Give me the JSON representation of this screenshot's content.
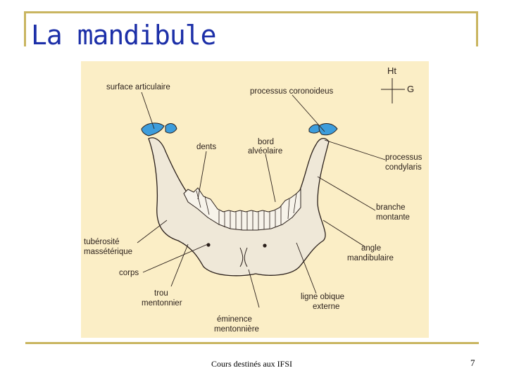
{
  "slide": {
    "title": "La mandibule",
    "footer": "Cours destinés aux IFSI",
    "page_number": "7"
  },
  "figure": {
    "orientation": {
      "up": "Ht",
      "left": "G"
    },
    "labels": {
      "surface_articulaire": "surface articulaire",
      "processus_coronoideus": "processus coronoideus",
      "dents": "dents",
      "bord": "bord",
      "alveolaire": "alvéolaire",
      "processus": "processus",
      "condylaris": "condylaris",
      "branche": "branche",
      "montante": "montante",
      "tuberosite": "tubérosité",
      "massetérique": "massétérique",
      "angle": "angle",
      "mandibulaire": "mandibulaire",
      "corps": "corps",
      "trou": "trou",
      "mentonnier": "mentonnier",
      "ligne_oblique": "ligne obique",
      "externe": "externe",
      "eminence": "éminence",
      "mentonniere": "mentonnière"
    },
    "colors": {
      "background": "#fbeec6",
      "bone": "#efe8d8",
      "articular": "#3d9ddc",
      "line": "#2a1f1a"
    }
  }
}
